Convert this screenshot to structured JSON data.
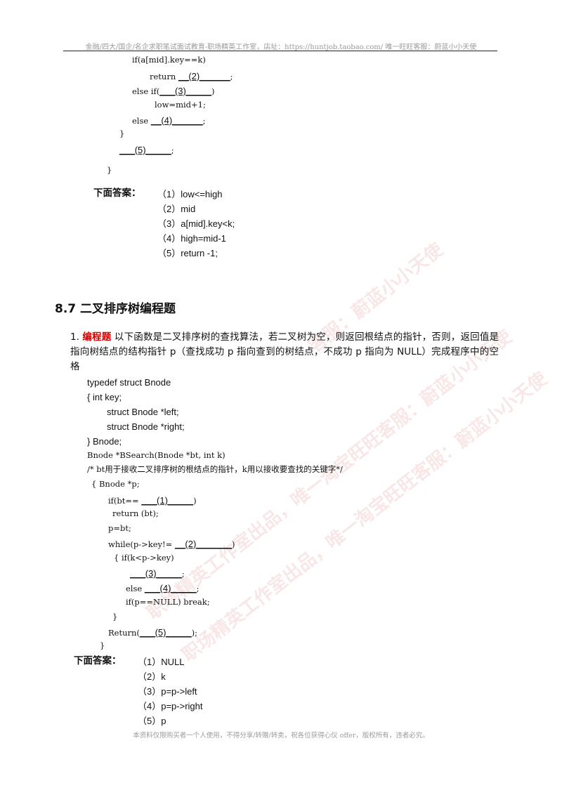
{
  "header": {
    "text": "金融/四大/国企/名企求职笔试面试教育-职场精英工作室，店址：https://huntjob.taobao.com/ 唯一旺旺客服：蔚蓝小小天使"
  },
  "top_code": {
    "line1": "if(a[mid].key==k)",
    "line2_pre": "return ",
    "line2_blank": "__(2)______",
    "line2_post": ";",
    "line3_pre": "else if(",
    "line3_blank": "___(3)_____",
    "line3_post": ")",
    "line4": "low=mid+1;",
    "line5_pre": "else ",
    "line5_blank": "__(4)______",
    "line5_post": ";",
    "line6": "}",
    "line7_blank": "___(5)_____",
    "line7_post": ";",
    "line8": "}"
  },
  "answers1": {
    "label": "下面答案：",
    "items": [
      "（1）low<=high",
      "（2）mid",
      "（3）a[mid].key<k;",
      "（4）high=mid-1",
      "（5）return -1;"
    ]
  },
  "section": {
    "title": "8.7  二叉排序树编程题"
  },
  "question": {
    "number": "1. ",
    "tag": "编程题",
    "text": " 以下函数是二叉排序树的查找算法，若二叉树为空，则返回根结点的指针，否则，返回值是指向树结点的结构指针 p（查找成功 p 指向查到的树结点，不成功 p 指向为 NULL）完成程序中的空格"
  },
  "struct_code": {
    "l1": "typedef    struct    Bnode",
    "l2": "{      int    key;",
    "l3": "struct      Bnode *left;",
    "l4": "struct      Bnode *right;",
    "l5": "} Bnode;"
  },
  "search_code": {
    "l1": "Bnode *BSearch(Bnode  *bt, int k)",
    "l2": "/* bt用于接收二叉排序树的根结点的指针，k用以接收要查找的关键字*/",
    "l3": "{   Bnode *p;",
    "l4_pre": "if(bt== ",
    "l4_blank": "___(1)_____",
    "l4_post": ")",
    "l5": "return (bt);",
    "l6": "p=bt;",
    "l7_pre": "while(p->key!= ",
    "l7_blank": "__(2)_______",
    "l7_post": ")",
    "l8": "{  if(k<p->key)",
    "l9_blank": "___(3)_____",
    "l9_post": ";",
    "l10_pre": "else ",
    "l10_blank": "___(4)_____",
    "l10_post": ";",
    "l11": "if(p==NULL) break;",
    "l12": "}",
    "l13_pre": "Return(",
    "l13_blank": "___(5)_____",
    "l13_post": ");",
    "l14": "}"
  },
  "answers2": {
    "label": "下面答案：",
    "items": [
      "（1）NULL",
      "（2）k",
      "（3）p=p->left",
      "（4）p=p->right",
      "（5）p"
    ]
  },
  "footer": {
    "text": "本资料仅限购买者一个人使用，不得分享/转赠/转卖，祝各位获得心仪 offer，版权所有，违者必究。"
  },
  "watermark": {
    "a": "职场精英工作室出品，唯一淘宝旺旺客服：蔚蓝小小天使",
    "b": "职场精英工作室出品，唯一淘宝旺旺客服：蔚蓝小小天使",
    "c": "客服：蔚蓝小小天使"
  }
}
